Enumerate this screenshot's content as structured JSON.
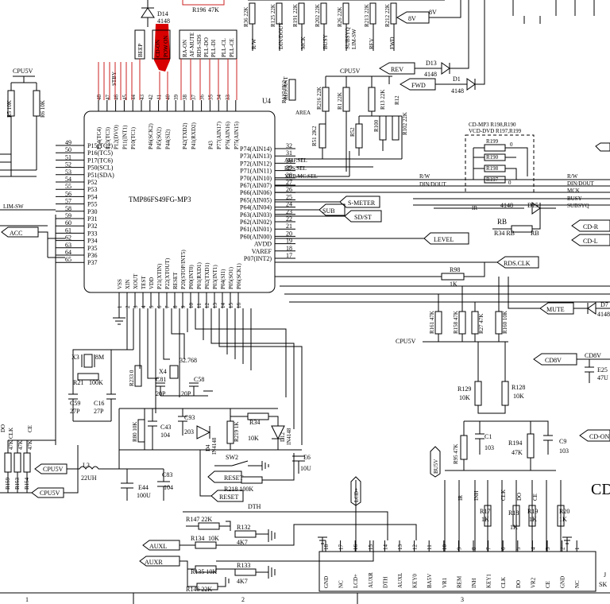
{
  "ic": {
    "ref": "U4",
    "part": "TMP86FS49FG-MP3",
    "left_pins": [
      {
        "num": "49",
        "name": "P15(TC2)"
      },
      {
        "num": "50",
        "name": "P16(TC5)"
      },
      {
        "num": "51",
        "name": "P17(TC6)"
      },
      {
        "num": "52",
        "name": "P50(SCL)"
      },
      {
        "num": "53",
        "name": "P51(SDA)"
      },
      {
        "num": "54",
        "name": "P52"
      },
      {
        "num": "55",
        "name": "P53"
      },
      {
        "num": "56",
        "name": "P54"
      },
      {
        "num": "57",
        "name": "P55"
      },
      {
        "num": "58",
        "name": "P30"
      },
      {
        "num": "59",
        "name": "P31"
      },
      {
        "num": "60",
        "name": "P32"
      },
      {
        "num": "61",
        "name": "P33"
      },
      {
        "num": "62",
        "name": "P34"
      },
      {
        "num": "63",
        "name": "P35"
      },
      {
        "num": "64",
        "name": "P36"
      },
      {
        "num": "65",
        "name": "P37"
      }
    ],
    "right_pins": [
      {
        "num": "32",
        "name": "P74(AIN14)"
      },
      {
        "num": "31",
        "name": "P73(AIN13)"
      },
      {
        "num": "30",
        "name": "P72(AIN12)"
      },
      {
        "num": "29",
        "name": "P71(AIN11)"
      },
      {
        "num": "28",
        "name": "P70(AIN10)"
      },
      {
        "num": "27",
        "name": "P67(AIN07)"
      },
      {
        "num": "26",
        "name": "P66(AIN06)"
      },
      {
        "num": "25",
        "name": "P65(AIN05)"
      },
      {
        "num": "24",
        "name": "P64(AIN04)"
      },
      {
        "num": "23",
        "name": "P63(AIN03)"
      },
      {
        "num": "22",
        "name": "P62(AIN02)"
      },
      {
        "num": "21",
        "name": "P61(AIN01)"
      },
      {
        "num": "20",
        "name": "P60(AIN00)"
      },
      {
        "num": "19",
        "name": "AVDD"
      },
      {
        "num": "18",
        "name": "VAREF"
      },
      {
        "num": "17",
        "name": "P07(INT2)"
      }
    ],
    "top_pins": [
      {
        "num": "48",
        "name": "P14(TC4)"
      },
      {
        "num": "47",
        "name": "P13(TC3)"
      },
      {
        "num": "46",
        "name": "P12(DVO)"
      },
      {
        "num": "45",
        "name": "P11(INT1)"
      },
      {
        "num": "44",
        "name": "P10(TC1)"
      },
      {
        "num": "43",
        "name": ""
      },
      {
        "num": "42",
        "name": "P46(SCK2)"
      },
      {
        "num": "41",
        "name": "P45(SO2)"
      },
      {
        "num": "40",
        "name": "P44(SI2)"
      },
      {
        "num": "39",
        "name": ""
      },
      {
        "num": "38",
        "name": "P42(TXD2)"
      },
      {
        "num": "37",
        "name": "P41(RXD2)"
      },
      {
        "num": "36",
        "name": ""
      },
      {
        "num": "35",
        "name": "P43"
      },
      {
        "num": "34",
        "name": "P77(AIN17)"
      },
      {
        "num": "33",
        "name": "P76(AIN16)"
      },
      {
        "num": "",
        "name": "P75(AIN15)"
      }
    ],
    "bottom_pins": [
      {
        "num": "1",
        "name": "VSS"
      },
      {
        "num": "2",
        "name": "XIN"
      },
      {
        "num": "3",
        "name": "XOUT"
      },
      {
        "num": "4",
        "name": "TEST"
      },
      {
        "num": "5",
        "name": "VDD"
      },
      {
        "num": "6",
        "name": "P21(XTIN)"
      },
      {
        "num": "7",
        "name": "P22(XTOUT)"
      },
      {
        "num": "8",
        "name": "RESET"
      },
      {
        "num": "9",
        "name": "P20(STOP/INT5)"
      },
      {
        "num": "10",
        "name": "P00(INT0)"
      },
      {
        "num": "11",
        "name": "P01(RXD1)"
      },
      {
        "num": "12",
        "name": "P02(TXD1)"
      },
      {
        "num": "13",
        "name": "P03(INT1)"
      },
      {
        "num": "14",
        "name": "P04(SI1)"
      },
      {
        "num": "15",
        "name": "P05(SO1)"
      },
      {
        "num": "16",
        "name": "P06(SCK1)"
      }
    ]
  },
  "top_net_labels": [
    "BEEP",
    "CD-ON",
    "POW ON",
    "RA-ON",
    "AF-MUTE",
    "RDS-SDS",
    "PLL-DO",
    "PLL-DI",
    "PLL-CL",
    "PLL-CE"
  ],
  "stby_label": "STBY",
  "top_row_labels": [
    "R36 22K",
    "R125 22K",
    "R191 22K",
    "R202 22K",
    "R26 22K",
    "R213 22K",
    "R212 22K",
    "R/W",
    "DIN/DOUT",
    "MCK",
    "BUSY",
    "SUBSYQ",
    "LIM-SW",
    "REV",
    "FWD"
  ],
  "arrow_labels": {
    "8v": "8V",
    "rev": "REV",
    "fwd": "FWD",
    "s_meter": "S-METER",
    "sub": "SUB",
    "sd_st": "SD/ST",
    "level": "LEVEL",
    "rds_clk": "RDS.CLK",
    "mute": "MUTE",
    "cd8v": "CD8V",
    "cd_on": "CD-ON",
    "cd_r": "CD-R",
    "cd_l": "CD-L",
    "acc": "ACC",
    "lim_sw": "LIM-SW",
    "cpu5v": "CPU5V",
    "cpu5v2": "CPU5V",
    "auxl": "AUXL",
    "auxr": "AUXR",
    "reset": "RESET",
    "lcd": "LCD+",
    "bu5v": "BU5V"
  },
  "texts": {
    "cpu5v_top": "CPU5V",
    "cpu5v_mid": "CPU5V",
    "cpu5v_r": "CPU5V",
    "cd8v_r": "CD8V",
    "top_8v": "8V",
    "d13": "D13",
    "d13v": "4148",
    "d1": "D1",
    "d1v": "4148",
    "d14": "D14",
    "d14v": "4148",
    "r196": "R196",
    "r196v": "47K",
    "r5": "R5 10K",
    "r6": "R6 10K",
    "r127": "R127 8K2",
    "r127n": "RDS.ANT",
    "area": "AREA",
    "r216": "R216 22K",
    "r1": "R1 22K",
    "r13": "R13 22K",
    "r12": "R12",
    "r51": "R51 2K2",
    "r52": "R52",
    "r100": "R100",
    "r102": "R102 22K",
    "amf": "AMF.SEL",
    "rds_sel": "RDS.SEL",
    "xhr": "XHR.MC.SEL",
    "cdmp3": "CD-MP3 R198,R190",
    "vcd": "VCD-DVD R197,R199",
    "r199": "R199",
    "r190": "R190",
    "r198": "R198",
    "r197": "R197",
    "zero": "0",
    "rw": "R/W",
    "dindout": "DIN/DOUT",
    "ir": "IR",
    "busy": "BUSY",
    "mck": "MCK",
    "subsyq": "SUBSYQ",
    "rw_r": "R/W",
    "din_r": "DIN/DOUT",
    "d15": "D15",
    "d15v": "4148",
    "rb": "RB",
    "r34rb": "R34 RB",
    "rb2": "RB",
    "r98": "R98",
    "r98v": "1K",
    "r161": "R161 47K",
    "r158": "R158 47K",
    "r27": "R27 47K",
    "r160": "R160 10K",
    "d7": "D7",
    "d7v": "4148",
    "e25": "E25",
    "e25v": "47U",
    "x3": "X3",
    "x3v": "8M",
    "r21": "R21",
    "r21v": "100K",
    "r233": "R233 0",
    "x4": "X4",
    "x4v": "32.768",
    "c81": "C81",
    "c81v": "20P",
    "c58": "C58",
    "c58v": "20P",
    "c59": "C59",
    "c59v": "27P",
    "c16": "C16",
    "c16v": "27P",
    "c93": "C93",
    "c93v": "203",
    "c43": "C43",
    "c43v": "104",
    "r80": "R80 10K",
    "d4": "D4",
    "d4v": "IN4148",
    "r219": "R219 1K",
    "r34b": "R34",
    "r34bv": "10K",
    "d12": "D12",
    "d12v": "IN4148",
    "sw2": "SW2",
    "r218": "R218 100K",
    "e6": "E6",
    "e6v": "10U",
    "l3": "L3",
    "l3v": "22UH",
    "e44": "E44",
    "e44v": "100U",
    "c83": "C83",
    "c83v": "104",
    "do_l": "DO",
    "clk_l": "CLK",
    "ce_l": "CE",
    "r159": "R159",
    "r153": "R153",
    "r154": "R154",
    "v47k": "47K",
    "r129": "R129",
    "r129v": "10K",
    "r128": "R128",
    "r128v": "10K",
    "r95": "R95 47K",
    "c1": "C1",
    "c1v": "103",
    "r194": "R194",
    "r194v": "47K",
    "c9": "C9",
    "c9v": "103",
    "dth": "DTH",
    "r147": "R147 22K",
    "r132": "R132",
    "r134": "R134",
    "r134v": "10K",
    "r4k7a": "4K7",
    "r135": "R135 10K",
    "r133": "R133",
    "r4k7b": "4K7",
    "r146": "R146 22K",
    "ir2": "IR",
    "inh": "INH",
    "clk2": "CLK",
    "do2": "DO",
    "ce2": "CE",
    "r17": "R17",
    "r17v": "1K",
    "r18": "R18",
    "r18v": "1K",
    "r19": "R19",
    "r19v": "1K",
    "r20": "R20",
    "r20v": "1K",
    "cd_edge": "CD",
    "j": "J",
    "sk": "SK"
  },
  "connector": {
    "pins": [
      "18",
      "17",
      "16",
      "15",
      "14",
      "13",
      "12",
      "11",
      "10",
      "9",
      "8",
      "7",
      "6",
      "5",
      "4",
      "3",
      "2",
      "1"
    ],
    "names": [
      "GND",
      "NC",
      "LCD+",
      "AUXR",
      "DTH",
      "AUXL",
      "KEY0",
      "BA5V",
      "VR1",
      "REM",
      "INH",
      "KEY1",
      "CLK",
      "DO",
      "VR2",
      "CE",
      "GND",
      "NC"
    ]
  },
  "grid_labels": [
    "1",
    "2",
    "3"
  ]
}
